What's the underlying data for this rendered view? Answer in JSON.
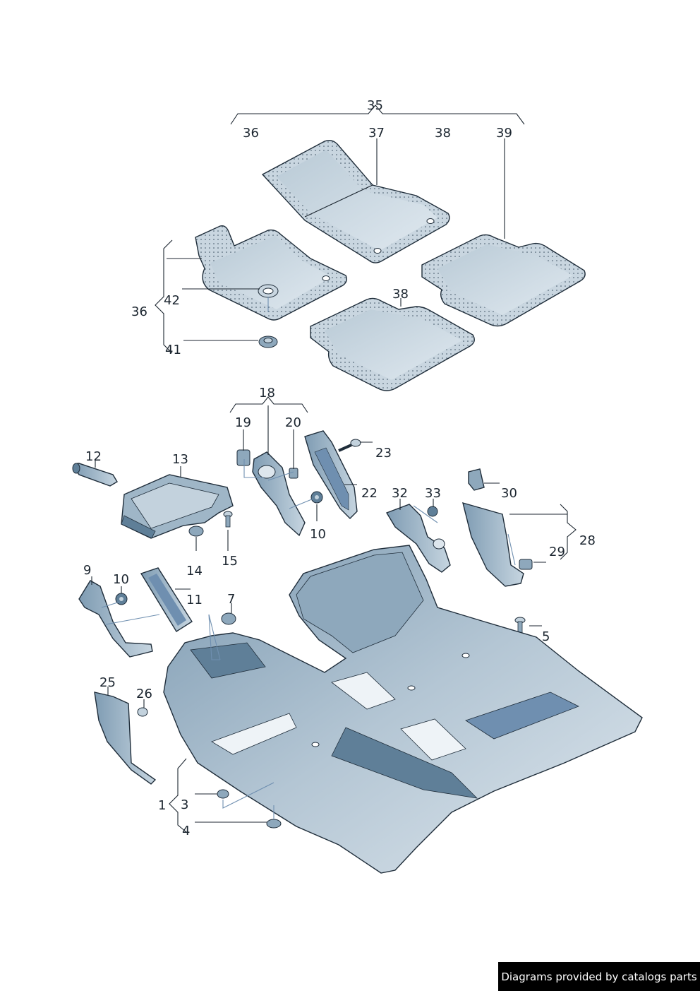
{
  "colors": {
    "part_light": "#c3d2dd",
    "part_mid": "#8ea8bc",
    "part_dark": "#5f7f98",
    "outline": "#1f2d3a",
    "dash": "#6f8fb0",
    "footer_bg": "#000000",
    "footer_text": "#ffffff"
  },
  "labels": {
    "l1": "1",
    "l3": "3",
    "l4": "4",
    "l5": "5",
    "l7": "7",
    "l9": "9",
    "l10a": "10",
    "l10b": "10",
    "l11": "11",
    "l12": "12",
    "l13": "13",
    "l14": "14",
    "l15": "15",
    "l18": "18",
    "l19": "19",
    "l20": "20",
    "l22": "22",
    "l23": "23",
    "l25": "25",
    "l26": "26",
    "l28": "28",
    "l29": "29",
    "l30": "30",
    "l32": "32",
    "l33": "33",
    "l35": "35",
    "l36a": "36",
    "l36b": "36",
    "l37": "37",
    "l38a": "38",
    "l38b": "38",
    "l39": "39",
    "l41": "41",
    "l42": "42"
  },
  "footer": {
    "text": "Diagrams provided by catalogs parts"
  }
}
